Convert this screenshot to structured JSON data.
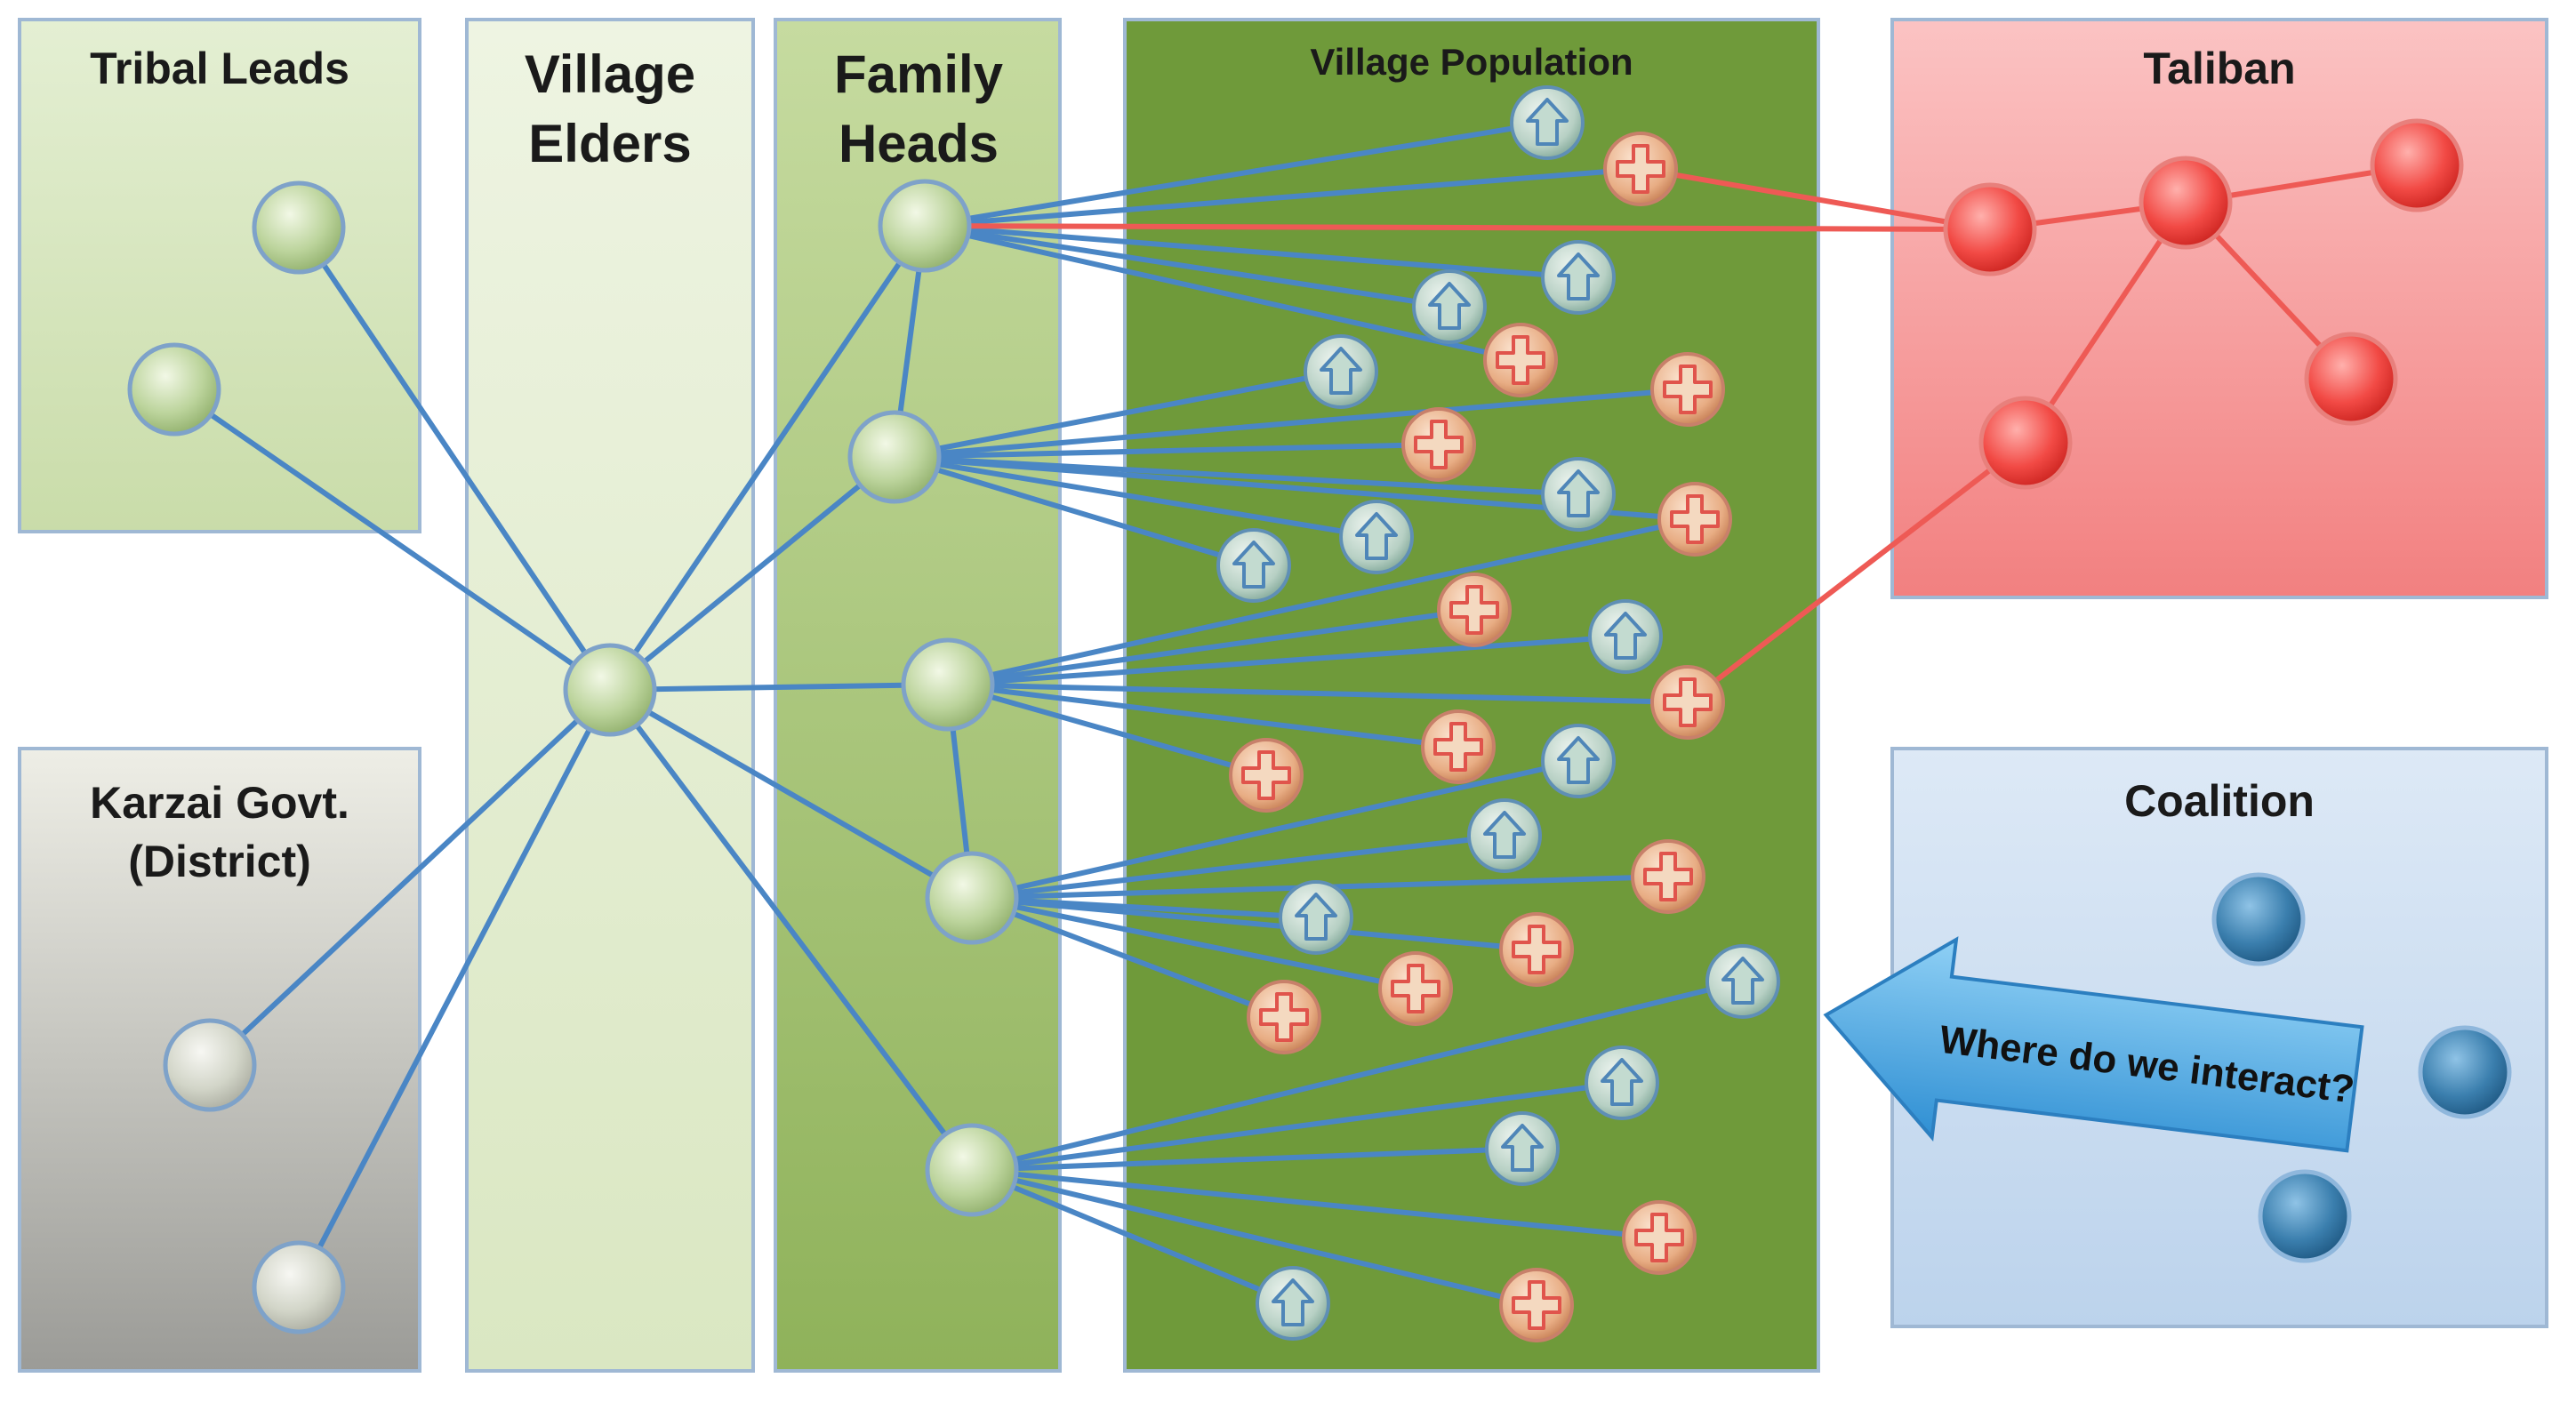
{
  "panels": {
    "tribal_leads": "Tribal Leads",
    "village_elders_line1": "Village",
    "village_elders_line2": "Elders",
    "family_heads_line1": "Family",
    "family_heads_line2": "Heads",
    "village_population": "Village Population",
    "taliban": "Taliban",
    "karzai_line1": "Karzai Govt.",
    "karzai_line2": "(District)",
    "coalition": "Coalition"
  },
  "callout": {
    "text": "Where do we interact?"
  },
  "colors": {
    "tribal_panel": "#d9e8c4",
    "elders_panel": "#e6efd6",
    "family_panel": "#a9c47a",
    "population_panel": "#6f9a3a",
    "taliban_panel": "#f59a9a",
    "karzai_panel": "#b5b5b0",
    "coalition_panel": "#d2e2f3",
    "link_blue": "#4a86c5",
    "link_red": "#ee5a55",
    "arrow_blue": "#4aa8e4"
  },
  "node_types": {
    "green_node": "leader node",
    "gray_node": "government node",
    "red_node": "taliban node",
    "blue_node": "coalition node",
    "supporter_icon": "up-arrow-icon",
    "opponent_icon": "plus-cross-icon"
  }
}
